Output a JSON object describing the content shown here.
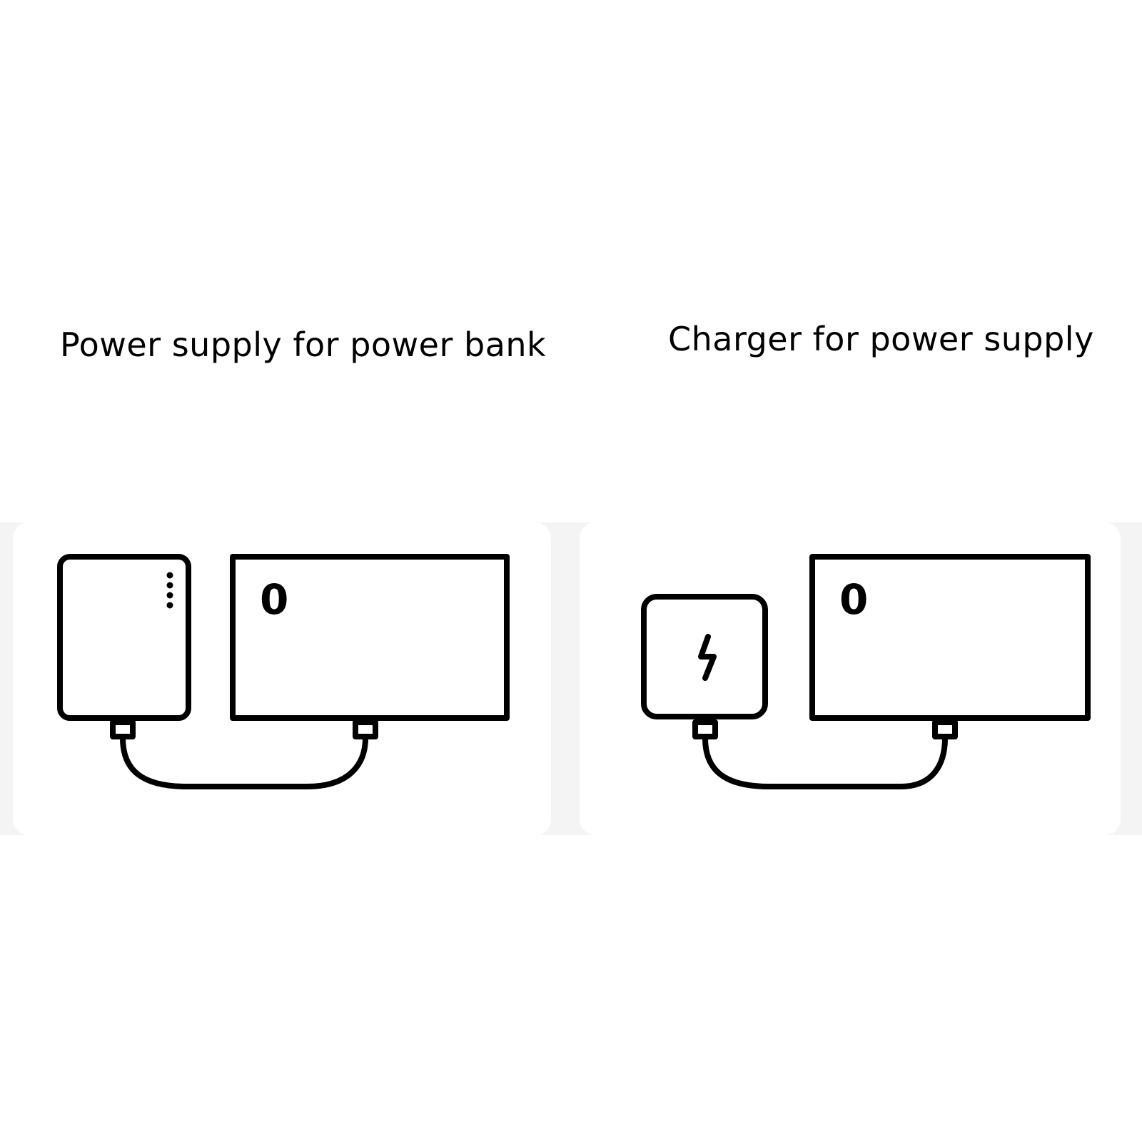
{
  "left": {
    "caption": "Power supply for power bank",
    "display_digit": "0",
    "icon": "power-bank-with-indicator-dots"
  },
  "right": {
    "caption": "Charger for power supply",
    "display_digit": "0",
    "icon": "lightning-bolt-charger"
  },
  "colors": {
    "stroke": "#000000",
    "background": "#ffffff",
    "band": "#f4f4f4"
  }
}
